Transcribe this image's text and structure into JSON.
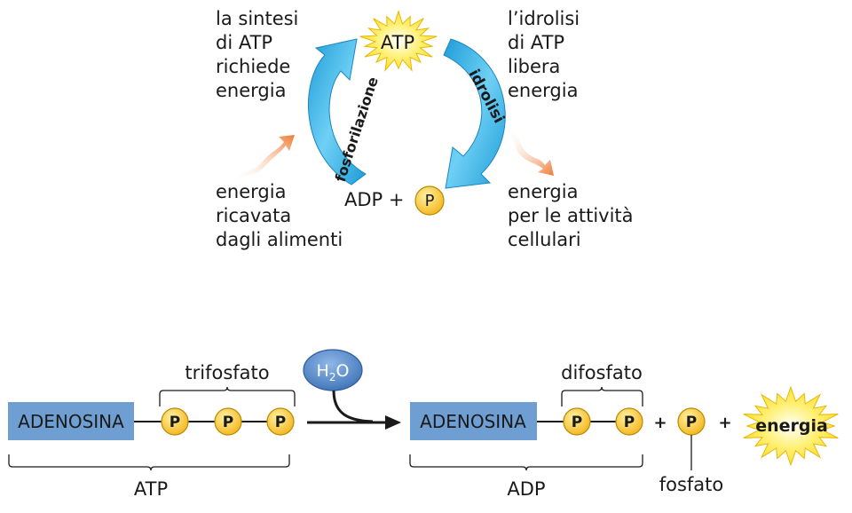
{
  "cycle": {
    "atp_label": "ATP",
    "adp_label": "ADP +",
    "p_label": "P",
    "phosphorylation_label": "fosforilazione",
    "hydrolysis_label": "idrolisi",
    "synthesis_text": [
      "la sintesi",
      "di ATP",
      "richiede",
      "energia"
    ],
    "hydrolysis_text": [
      "l’idrolisi",
      "di ATP",
      "libera",
      "energia"
    ],
    "energy_from_food_text": [
      "energia",
      "ricavata",
      "dagli alimenti"
    ],
    "energy_for_cells_text": [
      "energia",
      "per le attività",
      "cellulari"
    ]
  },
  "reaction": {
    "left_box": "ADENOSINA",
    "left_bracket_label": "trifosfato",
    "left_under_label": "ATP",
    "water_label_main": "H",
    "water_label_sub": "2",
    "water_label_end": "O",
    "right_box": "ADENOSINA",
    "right_bracket_label": "difosfato",
    "right_under_label": "ADP",
    "plus_1": "+",
    "plus_2": "+",
    "phosphate_label": "fosfato",
    "energy_label": "energia",
    "p_label": "P"
  },
  "colors": {
    "box_blue": "#6f9fd2",
    "arrow_blue": "#3ab3e6",
    "star_yellow": "#ffe52e",
    "phosphate_yellow": "#ffd43b",
    "water_blue": "#4f83c2",
    "wave_orange": "#f08a4b"
  }
}
